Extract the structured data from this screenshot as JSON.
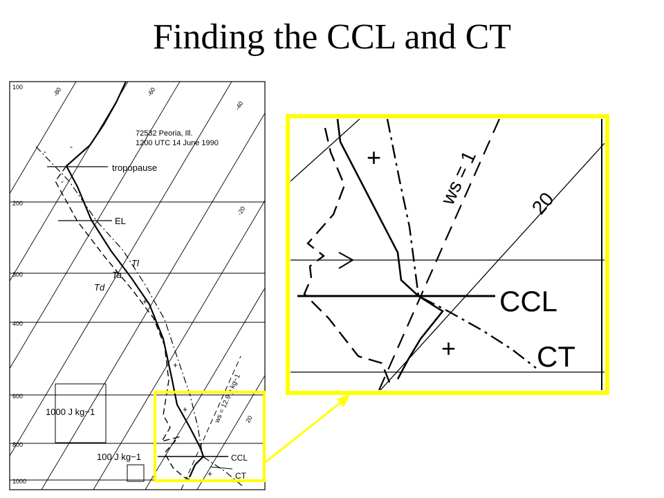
{
  "title": "Finding the CCL and CT",
  "diagram": {
    "station_line1": "72532 Peoria, Ill.",
    "station_line2": "1200 UTC 14 June 1990",
    "pressure_labels": [
      "100",
      "200",
      "300",
      "400",
      "600",
      "800",
      "1000"
    ],
    "isotherm_labels": [
      "-80",
      "-60",
      "-40",
      "-20",
      "20"
    ],
    "labels": {
      "tropopause": "tropopause",
      "el": "EL",
      "tl": "Tl",
      "ta": "Ta",
      "td": "Td",
      "ccl": "CCL",
      "ct": "CT",
      "ws": "ws = 12.9 g kg−1",
      "energy_large": "1000 J kg−1",
      "energy_small": "100 J kg−1"
    },
    "signs": {
      "plus": "+",
      "minus": "-"
    }
  },
  "zoom": {
    "ccl": "CCL",
    "ct": "CT",
    "isotherm": "20",
    "ws": "ws = 1",
    "plus": "+"
  },
  "colors": {
    "highlight": "#ffff00",
    "ink": "#000000"
  }
}
